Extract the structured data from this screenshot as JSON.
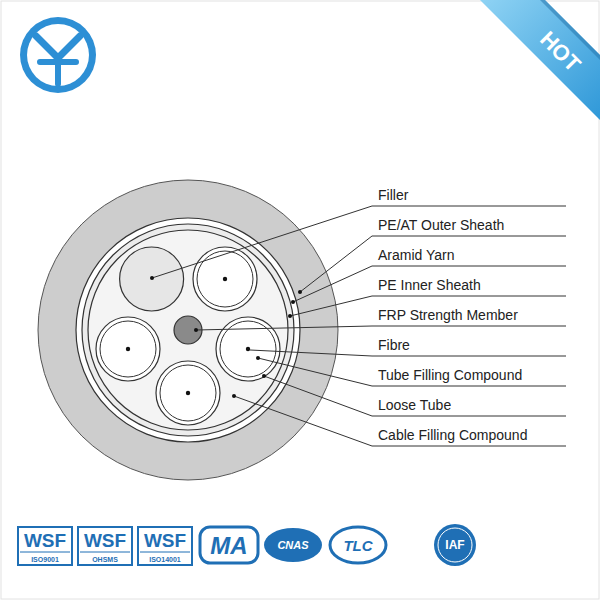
{
  "diagram": {
    "labels": [
      "HOT",
      "Filler",
      "PE/AT Outer Sheath",
      "Aramid Yarn",
      "PE Inner Sheath",
      "FRP Strength Member",
      "Fibre",
      "Tube Filling Compound",
      "Loose Tube",
      "Cable Filling Compound",
      "WSF",
      "ISO9001",
      "WSF",
      "OHSMS",
      "WSF",
      "ISO14001",
      "MA",
      "CNAS",
      "TLC",
      "IAF"
    ]
  }
}
